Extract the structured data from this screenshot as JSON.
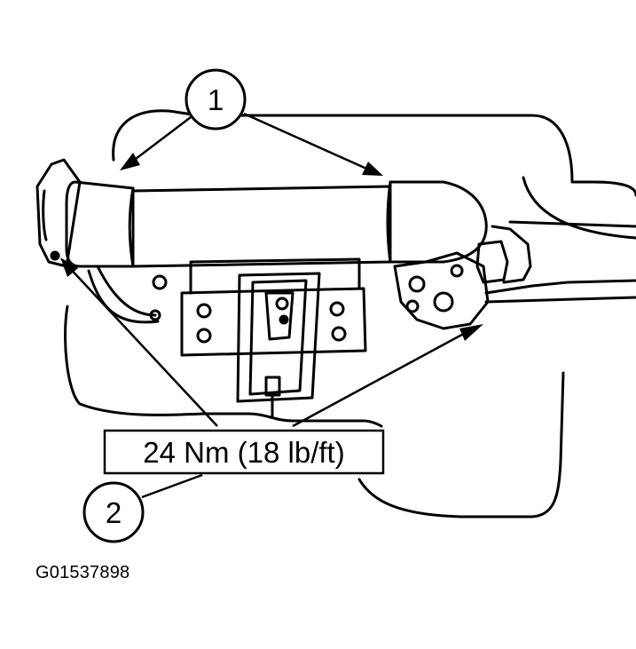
{
  "diagram": {
    "callouts": [
      {
        "id": "1",
        "label": "1"
      },
      {
        "id": "2",
        "label": "2"
      }
    ],
    "torque_spec": "24 Nm (18 lb/ft)",
    "figure_id": "G01537898"
  }
}
